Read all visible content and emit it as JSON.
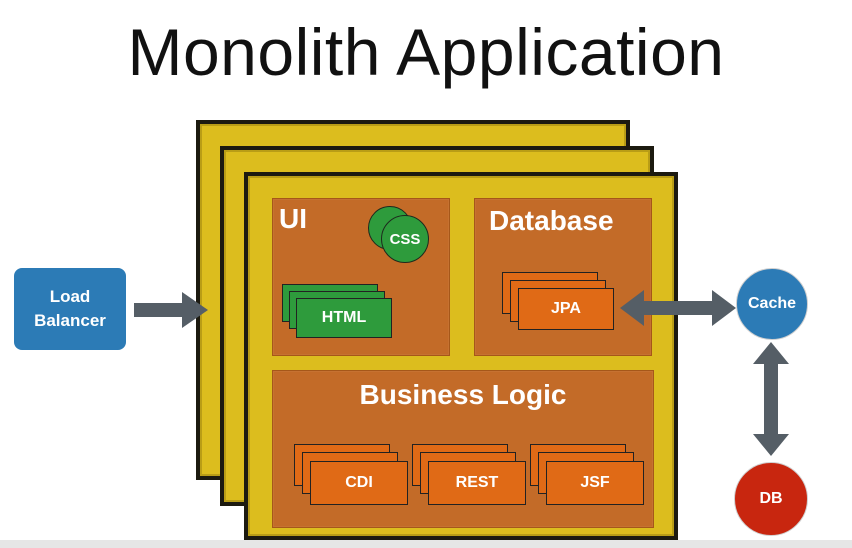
{
  "title": "Monolith Application",
  "load_balancer": {
    "line1": "Load",
    "line2": "Balancer"
  },
  "ui_section": {
    "label": "UI",
    "css": "CSS",
    "html": "HTML"
  },
  "database_section": {
    "label": "Database",
    "jpa": "JPA"
  },
  "business_section": {
    "label": "Business Logic",
    "cdi": "CDI",
    "rest": "REST",
    "jsf": "JSF"
  },
  "cache": "Cache",
  "db": "DB",
  "colors": {
    "panel": "#dcbd1e",
    "section": "#c36b28",
    "component": "#e06a16",
    "html_green": "#2e9b3c",
    "load_balancer": "#2c7bb6",
    "cache": "#2c7bb6",
    "db": "#c8260f",
    "arrow": "#555e66"
  }
}
